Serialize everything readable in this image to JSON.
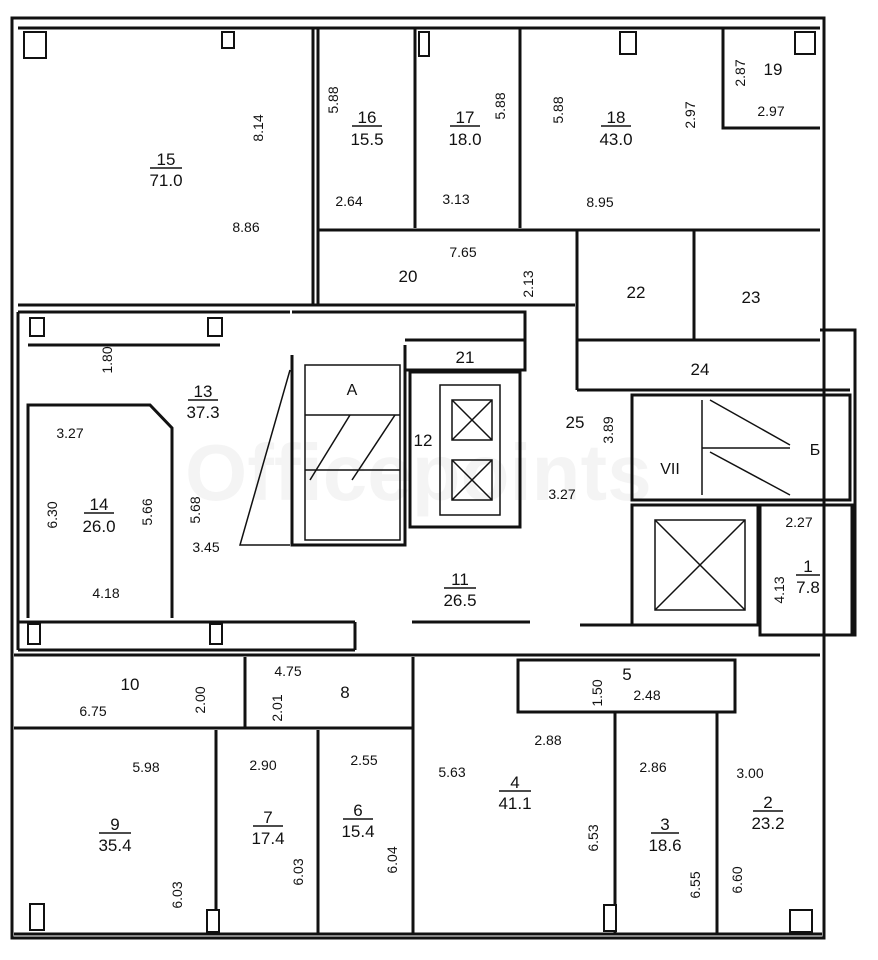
{
  "watermark": "Officepoints",
  "rooms": {
    "r15": {
      "num": "15",
      "area": "71.0",
      "dims": [
        "8.14",
        "8.86"
      ]
    },
    "r16": {
      "num": "16",
      "area": "15.5",
      "dims": [
        "5.88",
        "2.64"
      ]
    },
    "r17": {
      "num": "17",
      "area": "18.0",
      "dims": [
        "5.88",
        "3.13"
      ]
    },
    "r18": {
      "num": "18",
      "area": "43.0",
      "dims": [
        "5.88",
        "8.95",
        "2.97"
      ]
    },
    "r19": {
      "num": "19",
      "dims": [
        "2.87",
        "2.97"
      ]
    },
    "r20": {
      "num": "20",
      "dims": [
        "7.65",
        "2.13"
      ]
    },
    "r21": {
      "num": "21"
    },
    "r22": {
      "num": "22"
    },
    "r23": {
      "num": "23"
    },
    "r24": {
      "num": "24"
    },
    "r25": {
      "num": "25",
      "dims": [
        "3.89",
        "3.27"
      ]
    },
    "r13": {
      "num": "13",
      "area": "37.3",
      "dims": [
        "1.80",
        "5.68",
        "3.45"
      ]
    },
    "r14": {
      "num": "14",
      "area": "26.0",
      "dims": [
        "3.27",
        "6.30",
        "5.66",
        "4.18"
      ]
    },
    "r12": {
      "num": "12"
    },
    "r11": {
      "num": "11",
      "area": "26.5"
    },
    "r1": {
      "num": "1",
      "area": "7.8",
      "dims": [
        "2.27",
        "4.13"
      ]
    },
    "r10": {
      "num": "10",
      "dims": [
        "6.75",
        "2.00"
      ]
    },
    "r8": {
      "num": "8",
      "dims": [
        "4.75",
        "2.01"
      ]
    },
    "r5": {
      "num": "5",
      "dims": [
        "1.50",
        "2.48"
      ]
    },
    "r9": {
      "num": "9",
      "area": "35.4",
      "dims": [
        "5.98",
        "6.03"
      ]
    },
    "r7": {
      "num": "7",
      "area": "17.4",
      "dims": [
        "2.90",
        "6.03"
      ]
    },
    "r6": {
      "num": "6",
      "area": "15.4",
      "dims": [
        "2.55",
        "6.04"
      ]
    },
    "r4": {
      "num": "4",
      "area": "41.1",
      "dims": [
        "5.63",
        "2.88",
        "6.53"
      ]
    },
    "r3": {
      "num": "3",
      "area": "18.6",
      "dims": [
        "2.86",
        "6.55"
      ]
    },
    "r2": {
      "num": "2",
      "area": "23.2",
      "dims": [
        "3.00",
        "6.60"
      ]
    }
  },
  "stairs": {
    "a": "A",
    "b": "Б",
    "vii": "VII"
  }
}
